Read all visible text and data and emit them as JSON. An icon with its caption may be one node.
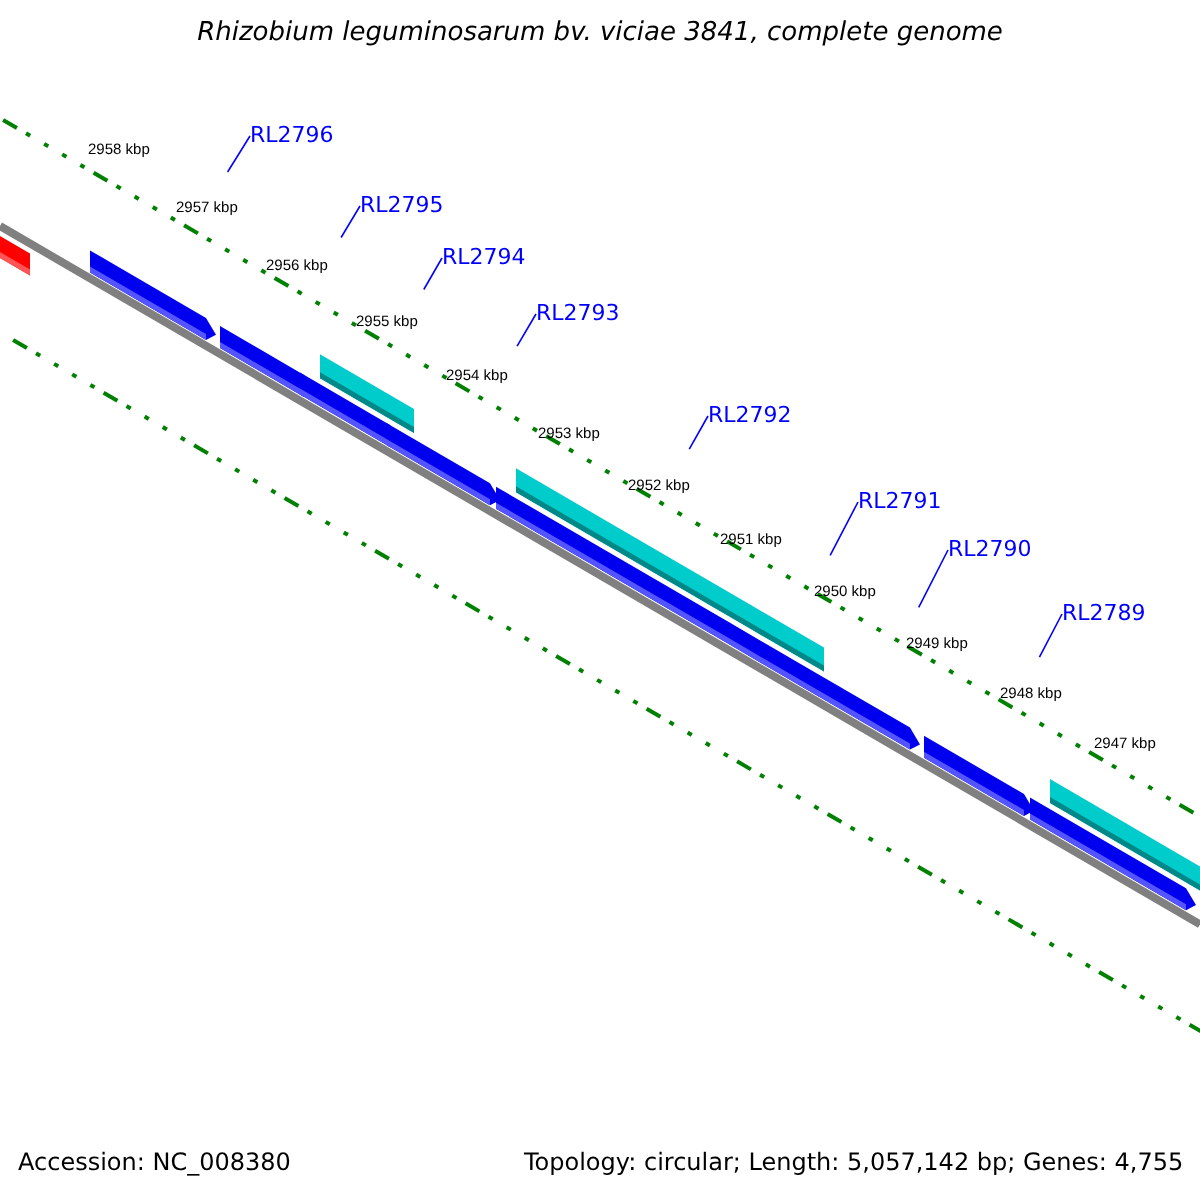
{
  "diagram": {
    "title": "Rhizobium leguminosarum bv. viciae 3841, complete genome",
    "nodes": [
      {
        "text": [
          "RL2796"
        ]
      },
      {
        "text": [
          "RL2795"
        ]
      },
      {
        "text": [
          "RL2794"
        ]
      },
      {
        "text": [
          "RL2793"
        ]
      },
      {
        "text": [
          "RL2792"
        ]
      },
      {
        "text": [
          "RL2791"
        ]
      },
      {
        "text": [
          "RL2790"
        ]
      },
      {
        "text": [
          "RL2789"
        ]
      }
    ],
    "edges": [
      {
        "from": 0,
        "to": null,
        "arrow": "none"
      },
      {
        "from": 1,
        "to": null,
        "arrow": "none"
      },
      {
        "from": 2,
        "to": null,
        "arrow": "none"
      },
      {
        "from": 3,
        "to": null,
        "arrow": "none"
      },
      {
        "from": 4,
        "to": null,
        "arrow": "none"
      },
      {
        "from": 5,
        "to": null,
        "arrow": "none"
      },
      {
        "from": 6,
        "to": null,
        "arrow": "none"
      },
      {
        "from": 7,
        "to": null,
        "arrow": "none"
      }
    ],
    "labels": [
      "2958 kbp",
      "2957 kbp",
      "2956 kbp",
      "2955 kbp",
      "2954 kbp",
      "2953 kbp",
      "2952 kbp",
      "2951 kbp",
      "2950 kbp",
      "2949 kbp",
      "2948 kbp",
      "2947 kbp",
      "Accession: NC_008380",
      "Topology: circular; Length: 5,057,142 bp; Genes: 4,755"
    ]
  }
}
